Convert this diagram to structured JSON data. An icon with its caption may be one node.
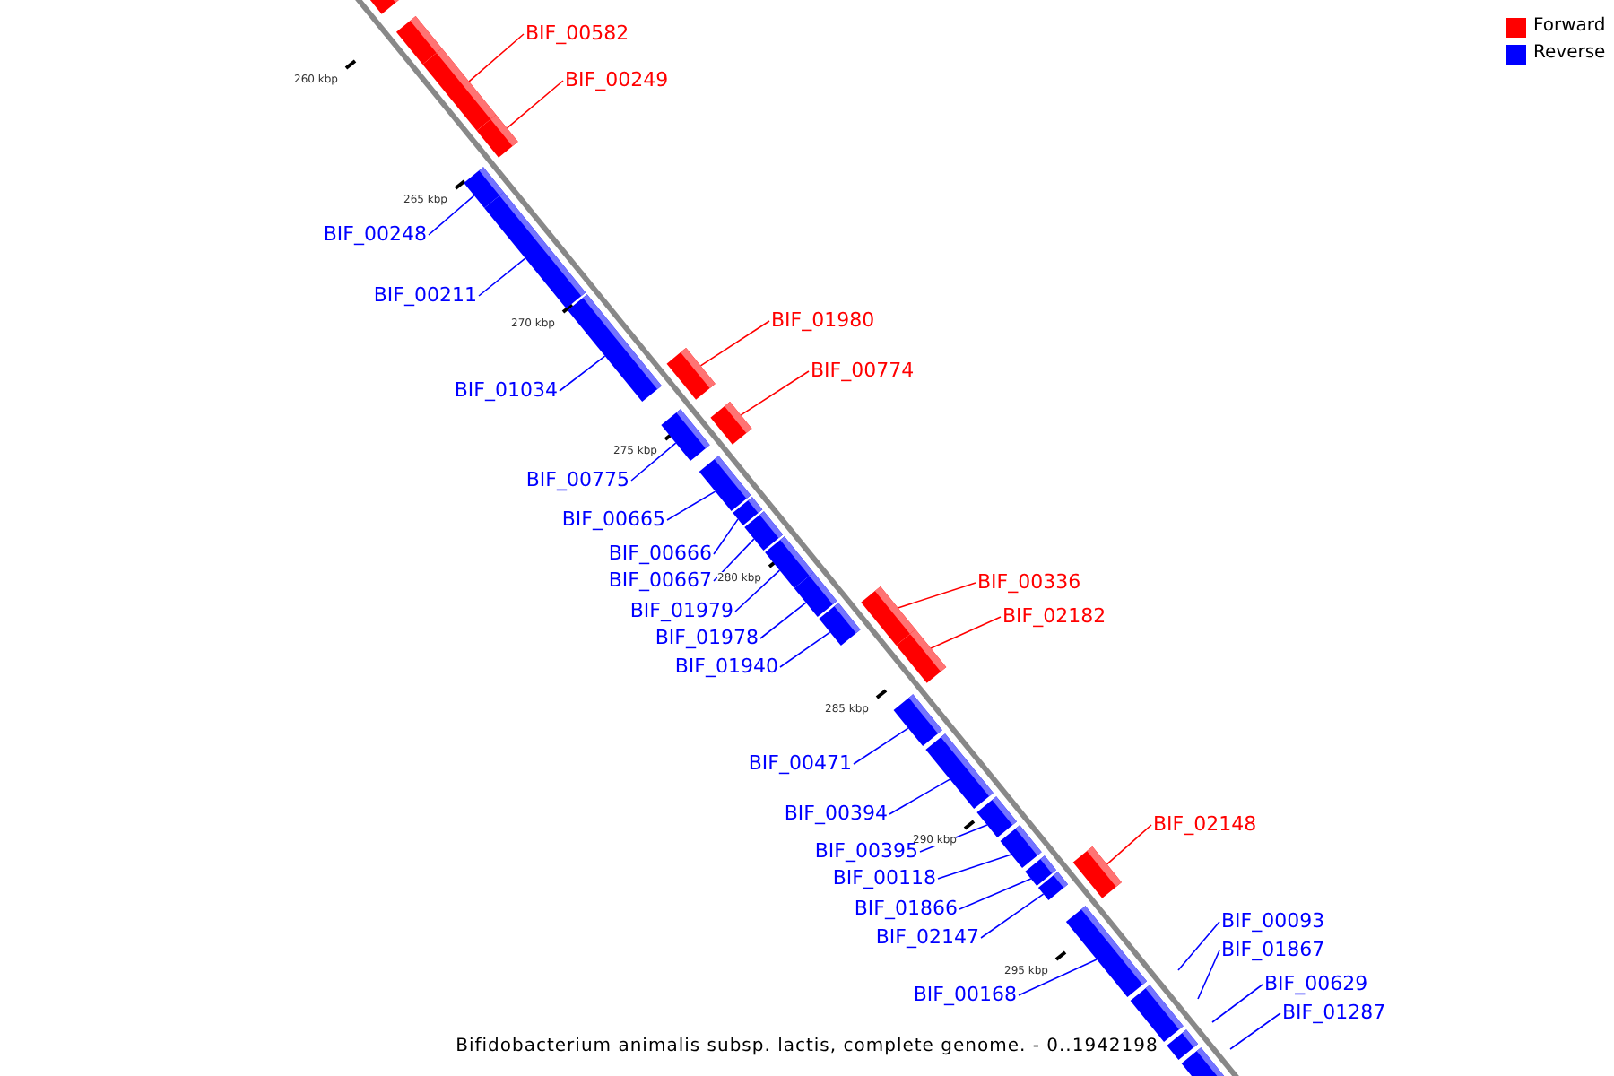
{
  "diagram": {
    "caption": "Bifidobacterium animalis subsp. lactis, complete genome. - 0..1942198",
    "nodes": [
      {
        "text": [
          "BIF_00582"
        ]
      },
      {
        "text": [
          "BIF_00249"
        ]
      },
      {
        "text": [
          "BIF_00248"
        ]
      },
      {
        "text": [
          "BIF_00211"
        ]
      },
      {
        "text": [
          "BIF_01980"
        ]
      },
      {
        "text": [
          "BIF_00774"
        ]
      },
      {
        "text": [
          "BIF_01034"
        ]
      },
      {
        "text": [
          "BIF_00775"
        ]
      },
      {
        "text": [
          "BIF_00665"
        ]
      },
      {
        "text": [
          "BIF_00666"
        ]
      },
      {
        "text": [
          "BIF_00667"
        ]
      },
      {
        "text": [
          "BIF_00336"
        ]
      },
      {
        "text": [
          "BIF_01979"
        ]
      },
      {
        "text": [
          "BIF_02182"
        ]
      },
      {
        "text": [
          "BIF_01978"
        ]
      },
      {
        "text": [
          "BIF_01940"
        ]
      },
      {
        "text": [
          "BIF_00471"
        ]
      },
      {
        "text": [
          "BIF_00394"
        ]
      },
      {
        "text": [
          "BIF_02148"
        ]
      },
      {
        "text": [
          "BIF_00395"
        ]
      },
      {
        "text": [
          "BIF_00118"
        ]
      },
      {
        "text": [
          "BIF_01866"
        ]
      },
      {
        "text": [
          "BIF_00093"
        ]
      },
      {
        "text": [
          "BIF_02147"
        ]
      },
      {
        "text": [
          "BIF_01867"
        ]
      },
      {
        "text": [
          "BIF_00629"
        ]
      },
      {
        "text": [
          "BIF_00168"
        ]
      },
      {
        "text": [
          "BIF_01287"
        ]
      },
      {
        "text": [],
        "shape": "bar"
      },
      {
        "text": [],
        "shape": "bar"
      },
      {
        "text": [],
        "shape": "bar"
      },
      {
        "text": [],
        "shape": "bar"
      },
      {
        "text": [],
        "shape": "bar"
      },
      {
        "text": [],
        "shape": "bar"
      },
      {
        "text": [],
        "shape": "bar"
      },
      {
        "text": [],
        "shape": "bar"
      },
      {
        "text": [],
        "shape": "bar"
      },
      {
        "text": [],
        "shape": "bar"
      },
      {
        "text": [],
        "shape": "bar"
      },
      {
        "text": [],
        "shape": "bar"
      },
      {
        "text": [],
        "shape": "bar"
      },
      {
        "text": [],
        "shape": "bar"
      },
      {
        "text": [],
        "shape": "bar"
      },
      {
        "text": [],
        "shape": "bar"
      },
      {
        "text": [],
        "shape": "bar"
      },
      {
        "text": [],
        "shape": "bar"
      },
      {
        "text": [],
        "shape": "bar"
      },
      {
        "text": [],
        "shape": "bar"
      },
      {
        "text": [],
        "shape": "bar"
      },
      {
        "text": [],
        "shape": "bar"
      },
      {
        "text": [],
        "shape": "bar"
      },
      {
        "text": [],
        "shape": "bar"
      },
      {
        "text": [],
        "shape": "bar"
      },
      {
        "text": [],
        "shape": "bar"
      },
      {
        "text": [],
        "shape": "bar"
      },
      {
        "text": [],
        "shape": "bar"
      },
      {
        "text": [],
        "shape": "bar"
      }
    ],
    "edges": [
      {
        "from": 0,
        "to": 30,
        "arrow": "none",
        "color": "#ff0000"
      },
      {
        "from": 1,
        "to": 31,
        "arrow": "none",
        "color": "#ff0000"
      },
      {
        "from": 2,
        "to": 32,
        "arrow": "none"
      },
      {
        "from": 3,
        "to": 33,
        "arrow": "none"
      },
      {
        "from": 4,
        "to": 35,
        "arrow": "none",
        "color": "#ff0000"
      },
      {
        "from": 5,
        "to": 36,
        "arrow": "none",
        "color": "#ff0000"
      },
      {
        "from": 6,
        "to": 34,
        "arrow": "none"
      },
      {
        "from": 7,
        "to": 37,
        "arrow": "none"
      },
      {
        "from": 8,
        "to": 38,
        "arrow": "none"
      },
      {
        "from": 9,
        "to": 39,
        "arrow": "none"
      },
      {
        "from": 10,
        "to": 40,
        "arrow": "none"
      },
      {
        "from": 11,
        "to": 44,
        "arrow": "none",
        "color": "#ff0000"
      },
      {
        "from": 12,
        "to": 41,
        "arrow": "none"
      },
      {
        "from": 13,
        "to": 45,
        "arrow": "none",
        "color": "#ff0000"
      },
      {
        "from": 14,
        "to": 42,
        "arrow": "none"
      },
      {
        "from": 15,
        "to": 43,
        "arrow": "none"
      },
      {
        "from": 16,
        "to": 46,
        "arrow": "none"
      },
      {
        "from": 17,
        "to": 47,
        "arrow": "none"
      },
      {
        "from": 18,
        "to": 52,
        "arrow": "none",
        "color": "#ff0000"
      },
      {
        "from": 19,
        "to": 48,
        "arrow": "none"
      },
      {
        "from": 20,
        "to": 49,
        "arrow": "none"
      },
      {
        "from": 21,
        "to": 50,
        "arrow": "none"
      },
      {
        "from": 22,
        "to": null,
        "arrow": "none"
      },
      {
        "from": 23,
        "to": 51,
        "arrow": "none"
      },
      {
        "from": 24,
        "to": null,
        "arrow": "none"
      },
      {
        "from": 25,
        "to": null,
        "arrow": "none"
      },
      {
        "from": 26,
        "to": 53,
        "arrow": "none"
      },
      {
        "from": 27,
        "to": null,
        "arrow": "none"
      }
    ],
    "labels": [
      "260 kbp",
      "265 kbp",
      "270 kbp",
      "275 kbp",
      "280 kbp",
      "285 kbp",
      "290 kbp",
      "295 kbp"
    ],
    "legend": [
      {
        "text": "Forward",
        "color": "#ff0000"
      },
      {
        "text": "Reverse",
        "color": "#0000ff"
      }
    ]
  }
}
